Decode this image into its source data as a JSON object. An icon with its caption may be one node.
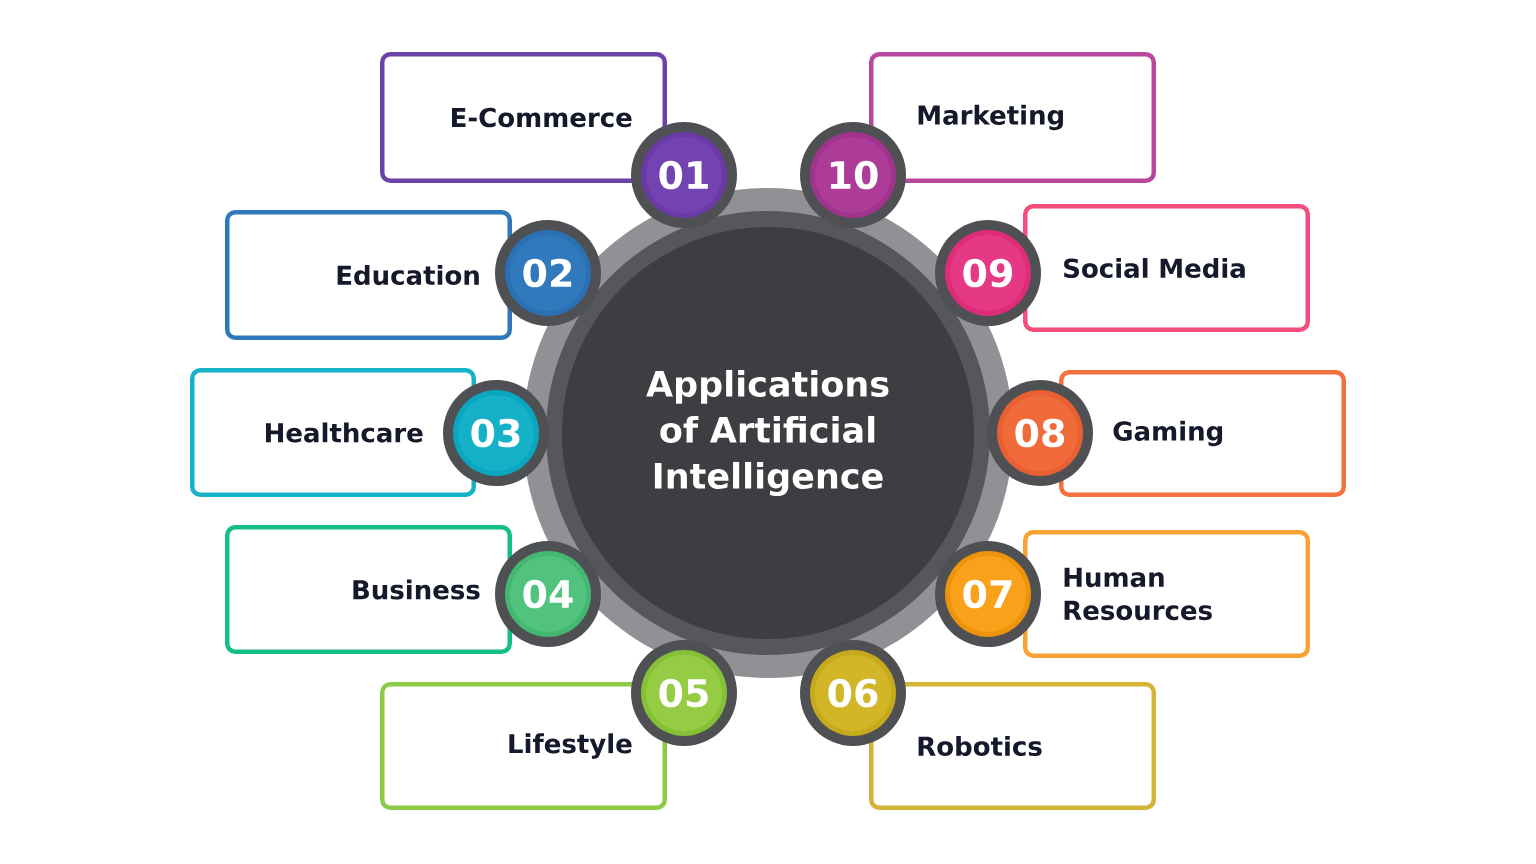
{
  "diagram": {
    "nodes": [
      {
        "text": [
          "Applications of Artificial Intelligence"
        ]
      },
      {
        "text": [
          "E-Commerce"
        ]
      },
      {
        "text": [
          "01"
        ]
      },
      {
        "text": [
          "Education"
        ]
      },
      {
        "text": [
          "02"
        ]
      },
      {
        "text": [
          "Healthcare"
        ]
      },
      {
        "text": [
          "03"
        ]
      },
      {
        "text": [
          "Business"
        ]
      },
      {
        "text": [
          "04"
        ]
      },
      {
        "text": [
          "Lifestyle"
        ]
      },
      {
        "text": [
          "05"
        ]
      },
      {
        "text": [
          "Marketing"
        ]
      },
      {
        "text": [
          "10"
        ]
      },
      {
        "text": [
          "Social Media"
        ]
      },
      {
        "text": [
          "09"
        ]
      },
      {
        "text": [
          "Gaming"
        ]
      },
      {
        "text": [
          "08"
        ]
      },
      {
        "text": [
          "Human Resources"
        ]
      },
      {
        "text": [
          "07"
        ]
      },
      {
        "text": [
          "Robotics"
        ]
      },
      {
        "text": [
          "06"
        ]
      }
    ]
  }
}
